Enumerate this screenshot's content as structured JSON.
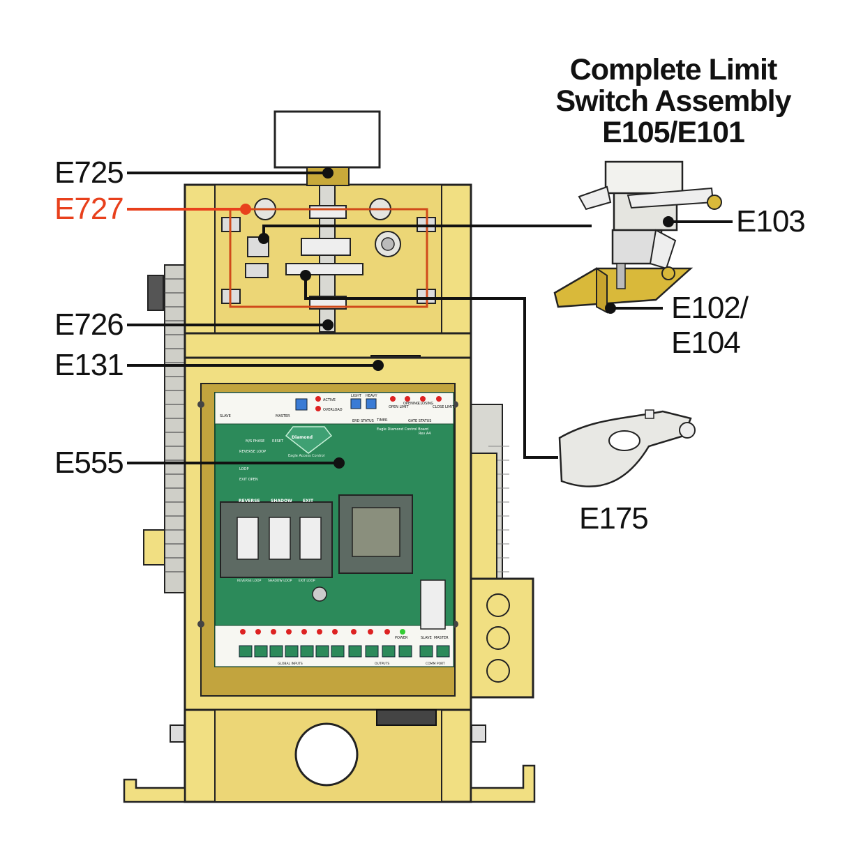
{
  "title": {
    "line1": "Complete Limit",
    "line2": "Switch Assembly",
    "line3": "E105/E101"
  },
  "callouts": {
    "e725": "E725",
    "e727": "E727",
    "e726": "E726",
    "e131": "E131",
    "e555": "E555",
    "e103": "E103",
    "e102_line1": "E102/",
    "e102_line2": "E104",
    "e175": "E175"
  },
  "colors": {
    "housing": "#f1df82",
    "housing_dark": "#b59a2a",
    "board": "#2c8a5a",
    "wire": "#d04a1a",
    "highlight_label": "#e8401c"
  },
  "board": {
    "brand": "Diamond",
    "subtitle": "Eagle Access Control",
    "board_name": "Eagle Diamond Control Board",
    "rev": "Rev A4",
    "status_labels": [
      "ACTIVE",
      "OVERLOAD",
      "LIGHT",
      "HEAVY",
      "OPENING",
      "CLOSING"
    ],
    "limit_labels": [
      "OPEN LIMIT",
      "OPENING",
      "CLOSING",
      "CLOSE LIMIT"
    ],
    "section_labels": [
      "SLAVE",
      "MASTER",
      "TIMER",
      "ERD STATUS",
      "GATE STATUS"
    ],
    "buttons": [
      "M/S PHASE",
      "RESET"
    ],
    "loop_labels": [
      "REVERSE",
      "SHADOW",
      "EXIT"
    ],
    "loop_footer": [
      "REVERSE LOOP",
      "SHADOW LOOP",
      "EXIT LOOP"
    ],
    "input_labels": [
      "REVERSE LOOP",
      "LOOP",
      "EXIT OPEN"
    ],
    "bottom_sections": [
      "GLOBAL INPUTS",
      "OUTPUTS",
      "COMM PORT"
    ],
    "comm_labels": [
      "SLAVE",
      "MASTER",
      "POWER"
    ]
  }
}
